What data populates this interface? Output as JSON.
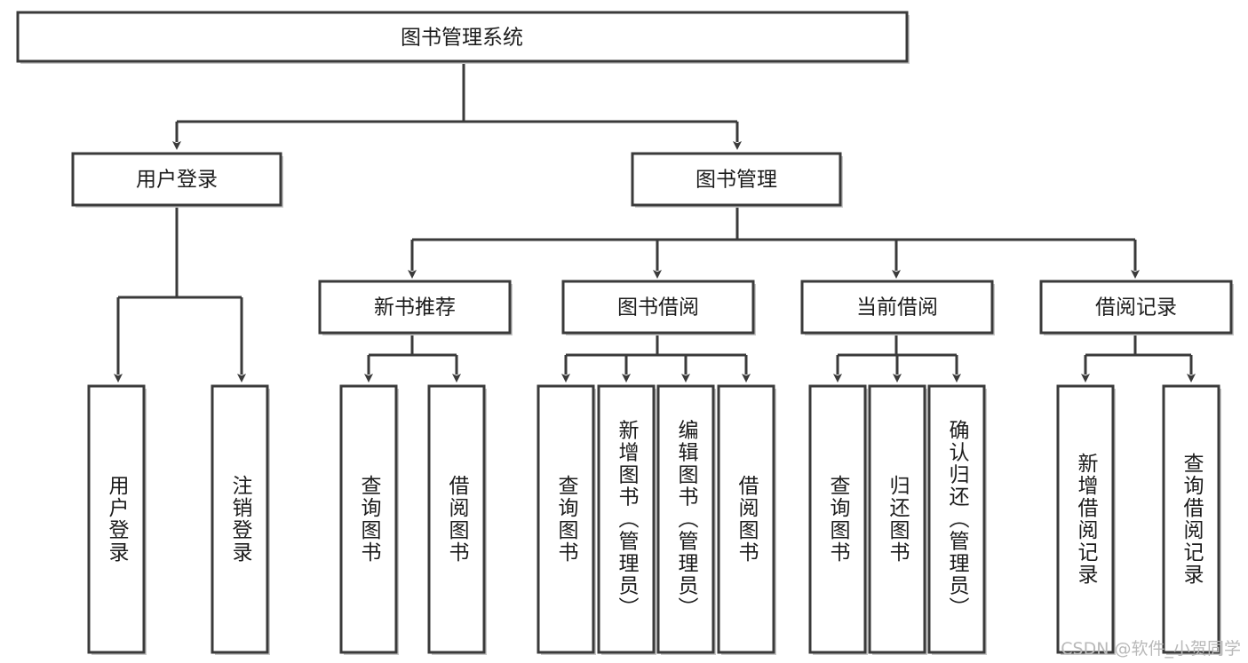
{
  "diagram": {
    "title": "图书管理系统",
    "type": "tree",
    "watermark": "CSDN @软件_小贺同学",
    "colors": {
      "box_stroke": "#3a3a3a",
      "box_fill": "#ffffff",
      "link": "#3a3a3a",
      "text": "#1c1c1c",
      "watermark": "#b9b9b9"
    },
    "nodes": {
      "root": {
        "label": "图书管理系统",
        "level": 0,
        "orientation": "horizontal"
      },
      "l1": [
        {
          "id": "user-login",
          "label": "用户登录",
          "orientation": "horizontal"
        },
        {
          "id": "book-manage",
          "label": "图书管理",
          "orientation": "horizontal"
        }
      ],
      "l2": [
        {
          "id": "new-book-rec",
          "label": "新书推荐",
          "parent": "book-manage",
          "orientation": "horizontal"
        },
        {
          "id": "book-borrow",
          "label": "图书借阅",
          "parent": "book-manage",
          "orientation": "horizontal"
        },
        {
          "id": "current-borrow",
          "label": "当前借阅",
          "parent": "book-manage",
          "orientation": "horizontal"
        },
        {
          "id": "borrow-record",
          "label": "借阅记录",
          "parent": "book-manage",
          "orientation": "horizontal"
        }
      ],
      "leaves": [
        {
          "id": "leaf-user-login",
          "label": "用户登录",
          "parent": "user-login",
          "orientation": "vertical"
        },
        {
          "id": "leaf-logout",
          "label": "注销登录",
          "parent": "user-login",
          "orientation": "vertical"
        },
        {
          "id": "leaf-query-book-1",
          "label": "查询图书",
          "parent": "new-book-rec",
          "orientation": "vertical"
        },
        {
          "id": "leaf-borrow-book-1",
          "label": "借阅图书",
          "parent": "new-book-rec",
          "orientation": "vertical"
        },
        {
          "id": "leaf-query-book-2",
          "label": "查询图书",
          "parent": "book-borrow",
          "orientation": "vertical"
        },
        {
          "id": "leaf-add-book",
          "label": "新增图书（管理员）",
          "parent": "book-borrow",
          "orientation": "vertical"
        },
        {
          "id": "leaf-edit-book",
          "label": "编辑图书（管理员）",
          "parent": "book-borrow",
          "orientation": "vertical"
        },
        {
          "id": "leaf-borrow-book-2",
          "label": "借阅图书",
          "parent": "book-borrow",
          "orientation": "vertical"
        },
        {
          "id": "leaf-query-book-3",
          "label": "查询图书",
          "parent": "current-borrow",
          "orientation": "vertical"
        },
        {
          "id": "leaf-return-book",
          "label": "归还图书",
          "parent": "current-borrow",
          "orientation": "vertical"
        },
        {
          "id": "leaf-confirm-return",
          "label": "确认归还（管理员）",
          "parent": "current-borrow",
          "orientation": "vertical"
        },
        {
          "id": "leaf-add-record",
          "label": "新增借阅记录",
          "parent": "borrow-record",
          "orientation": "vertical"
        },
        {
          "id": "leaf-query-record",
          "label": "查询借阅记录",
          "parent": "borrow-record",
          "orientation": "vertical"
        }
      ]
    }
  }
}
